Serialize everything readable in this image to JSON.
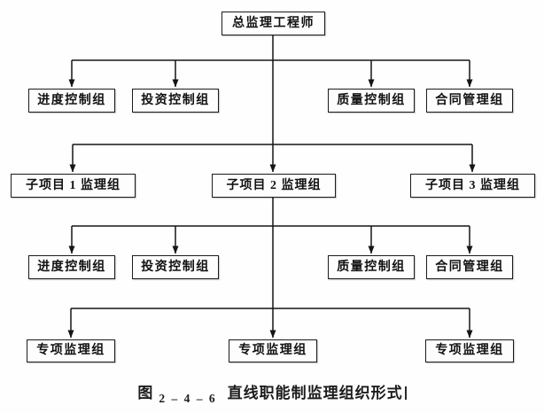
{
  "diagram": {
    "type": "org-chart",
    "root": {
      "label": "总监理工程师"
    },
    "level2": [
      {
        "label": "进度控制组"
      },
      {
        "label": "投资控制组"
      },
      {
        "label": "质量控制组"
      },
      {
        "label": "合同管理组"
      }
    ],
    "level3": [
      {
        "label": "子项目 1 监理组"
      },
      {
        "label": "子项目 2 监理组"
      },
      {
        "label": "子项目 3 监理组"
      }
    ],
    "level4": [
      {
        "label": "进度控制组"
      },
      {
        "label": "投资控制组"
      },
      {
        "label": "质量控制组"
      },
      {
        "label": "合同管理组"
      }
    ],
    "level5": [
      {
        "label": "专项监理组"
      },
      {
        "label": "专项监理组"
      },
      {
        "label": "专项监理组"
      }
    ]
  },
  "caption": {
    "figure_label": "图",
    "figure_number": "2 – 4 – 6",
    "title": "直线职能制监理组织形式"
  },
  "colors": {
    "line": "#151515",
    "box_border": "#1b1b1b",
    "background": "#fefefe",
    "text": "#111111"
  }
}
